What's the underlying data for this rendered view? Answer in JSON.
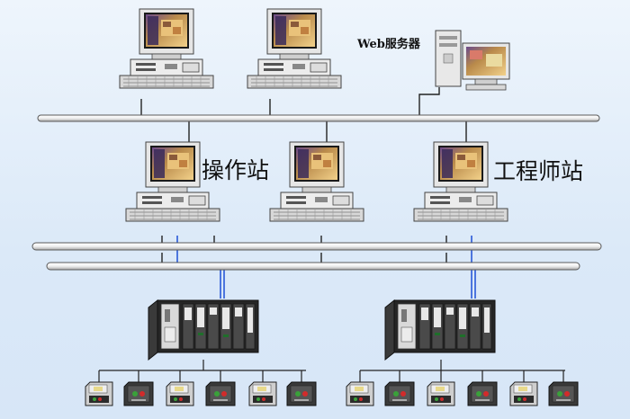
{
  "labels": {
    "web_server": "Web服务器",
    "operator_station": "操作站",
    "engineer_station": "工程师站"
  },
  "colors": {
    "background": "#dbe9f8",
    "bus_fill": "#ffffff",
    "bus_stroke": "#555555",
    "link": "#222222",
    "fiber": "#1d4fd6",
    "monitor_body": "#e4e4e4",
    "screen": "#f3d9a0",
    "rack_body": "#2a2a2a",
    "module_body": "#e2e2e2"
  },
  "icons": [
    "workstation-icon",
    "web-server-icon",
    "control-rack-icon",
    "io-module-icon"
  ]
}
